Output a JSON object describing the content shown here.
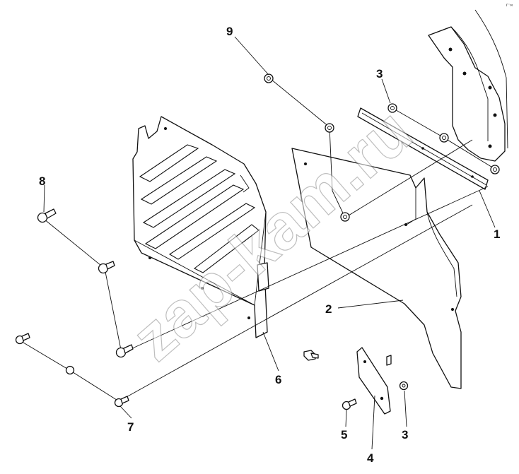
{
  "diagram": {
    "callouts": [
      {
        "id": "c1",
        "label": "1"
      },
      {
        "id": "c2",
        "label": "2"
      },
      {
        "id": "c3a",
        "label": "3"
      },
      {
        "id": "c3b",
        "label": "3"
      },
      {
        "id": "c4",
        "label": "4"
      },
      {
        "id": "c5",
        "label": "5"
      },
      {
        "id": "c6",
        "label": "6"
      },
      {
        "id": "c7",
        "label": "7"
      },
      {
        "id": "c8",
        "label": "8"
      },
      {
        "id": "c9",
        "label": "9"
      }
    ],
    "watermark": "zap-kam.ru",
    "corner_mark": "r⁻∞"
  }
}
